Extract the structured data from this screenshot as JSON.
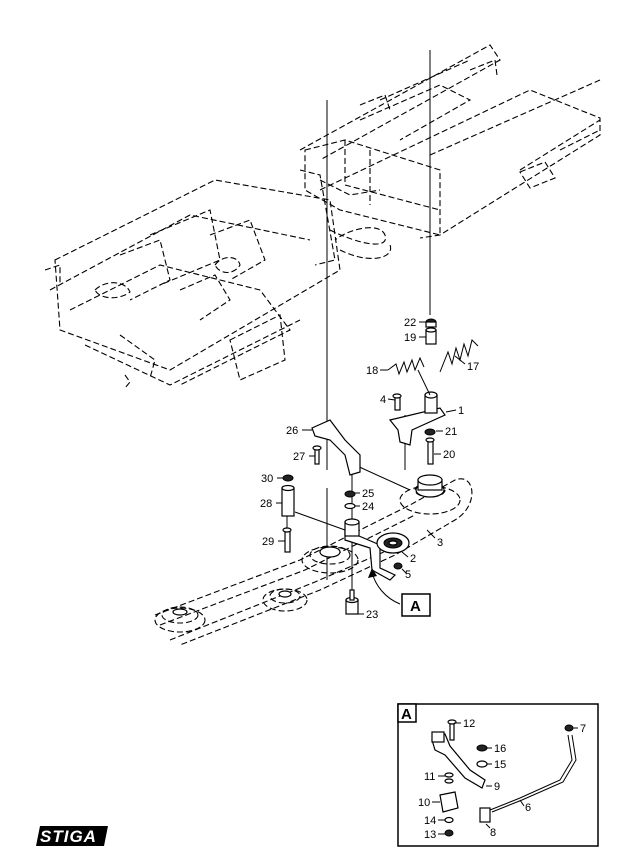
{
  "callout_label": "A",
  "detail_label": "A",
  "brand": "STIGA",
  "main_callouts": {
    "n22": "22",
    "n19": "19",
    "n17": "17",
    "n18": "18",
    "n4": "4",
    "n1": "1",
    "n21": "21",
    "n20": "20",
    "n26": "26",
    "n27": "27",
    "n30": "30",
    "n25": "25",
    "n24": "24",
    "n28": "28",
    "n3": "3",
    "n2": "2",
    "n29": "29",
    "n5": "5",
    "n23": "23"
  },
  "detail_callouts": {
    "n12": "12",
    "n7": "7",
    "n16": "16",
    "n15": "15",
    "n11": "11",
    "n9": "9",
    "n10": "10",
    "n6": "6",
    "n14": "14",
    "n8": "8",
    "n13": "13"
  }
}
